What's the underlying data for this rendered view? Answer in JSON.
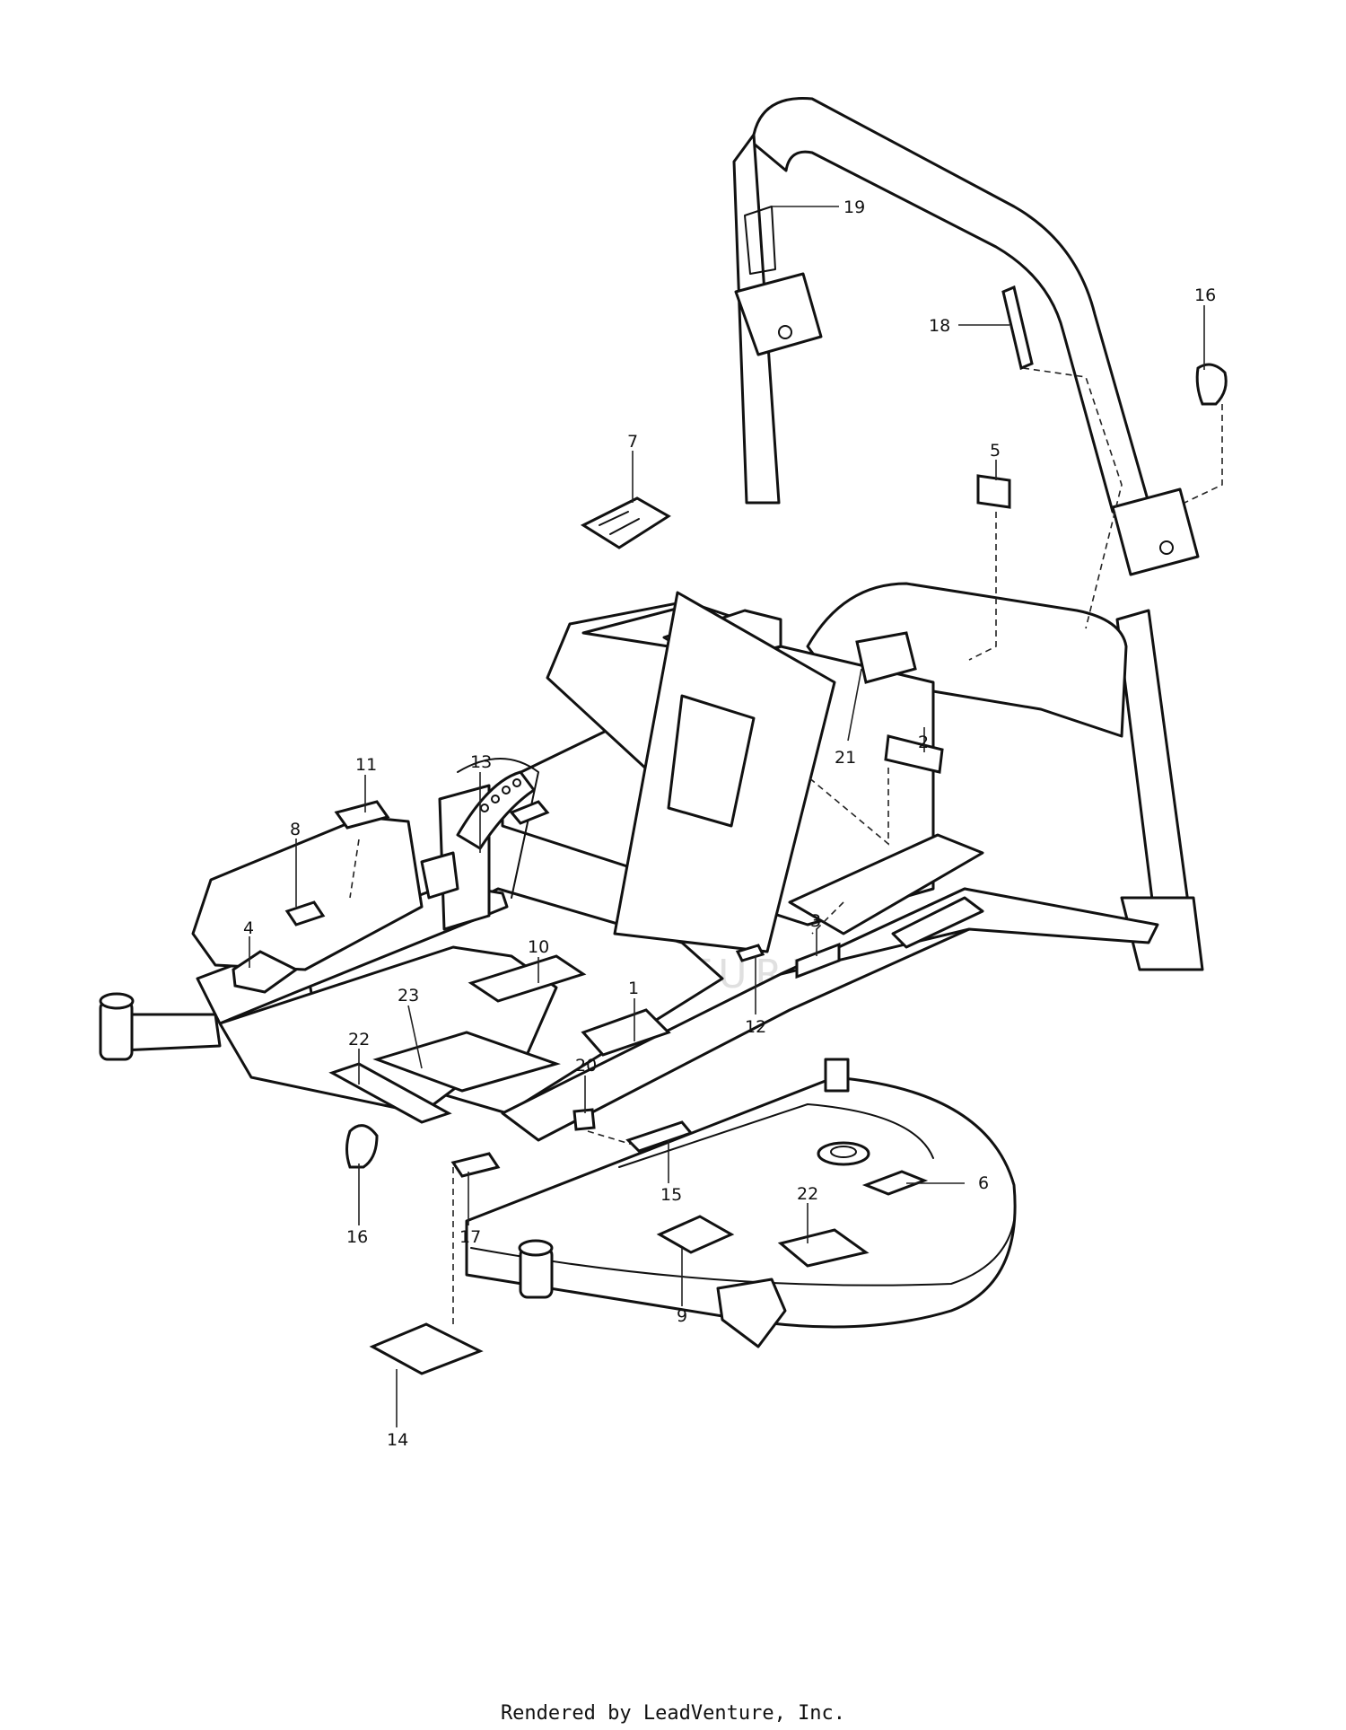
{
  "diagram": {
    "callouts": [
      "1",
      "2",
      "3",
      "4",
      "5",
      "6",
      "7",
      "8",
      "9",
      "10",
      "11",
      "12",
      "13",
      "14",
      "15",
      "16",
      "16",
      "17",
      "18",
      "19",
      "20",
      "21",
      "22",
      "22",
      "23"
    ]
  },
  "watermark": {
    "text": "LEADVENTURE"
  },
  "footer": {
    "text": "Rendered by LeadVenture, Inc."
  }
}
